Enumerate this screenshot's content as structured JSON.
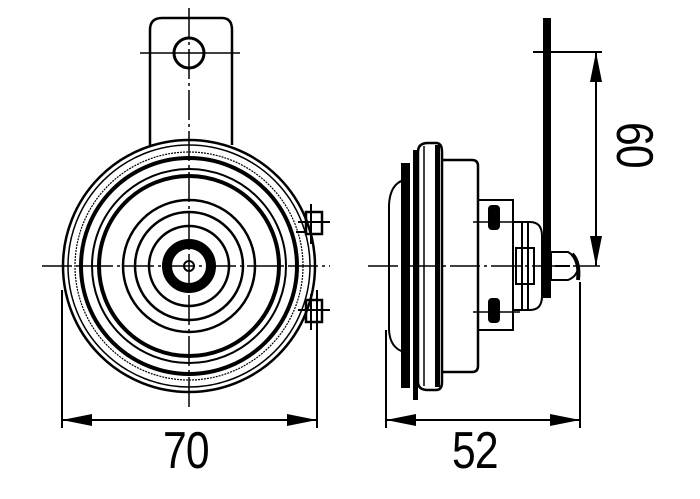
{
  "drawing": {
    "subject": "Horn (front view and side view)",
    "views": [
      {
        "name": "front-view",
        "description": "Circular horn face with mounting bracket and terminals"
      },
      {
        "name": "side-view",
        "description": "Profile of horn with mounting bracket and center bolt"
      }
    ],
    "dimensions": {
      "diameter": {
        "label": "70",
        "unit": "mm"
      },
      "depth": {
        "label": "52",
        "unit": "mm"
      },
      "bracket_height": {
        "label": "60",
        "unit": "mm"
      }
    },
    "colors": {
      "line": "#000000",
      "background": "#ffffff"
    }
  }
}
